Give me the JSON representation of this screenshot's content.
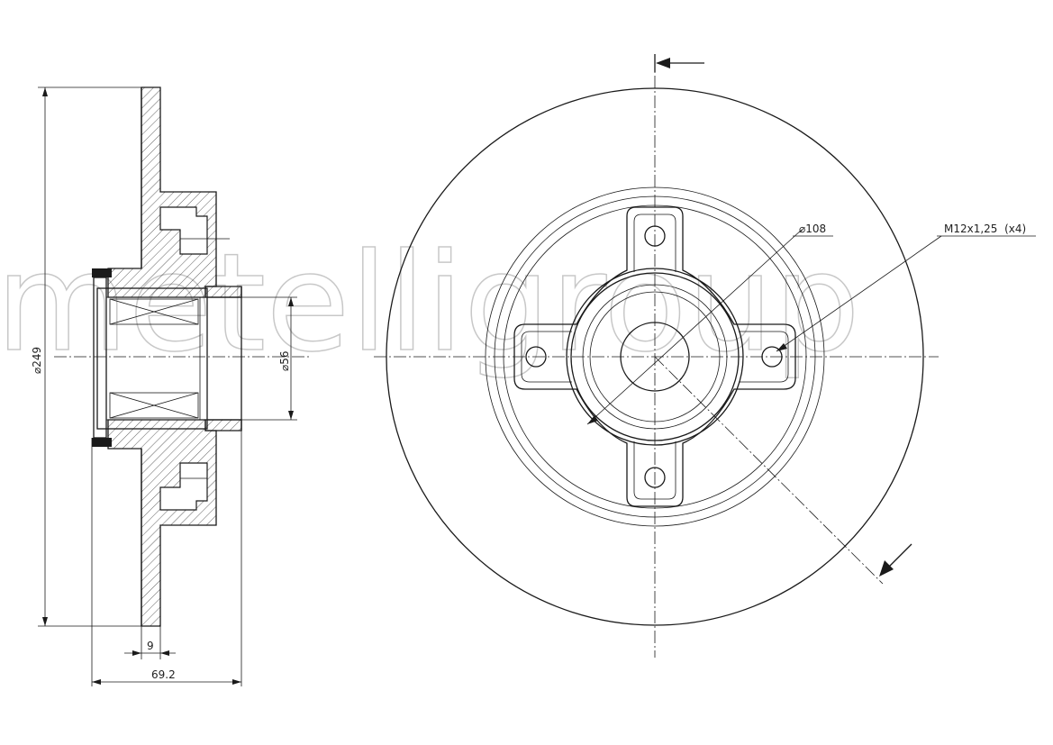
{
  "watermark": "metelligroup",
  "dimensions": {
    "outer_diameter": "249",
    "bore_diameter": "56",
    "disc_thickness": "9",
    "total_height": "69.2",
    "pcd": "108",
    "thread": "M12x1,25  (x4)"
  },
  "colors": {
    "line": "#1a1a1a",
    "watermark": "#c8c8c8",
    "background": "#ffffff"
  }
}
